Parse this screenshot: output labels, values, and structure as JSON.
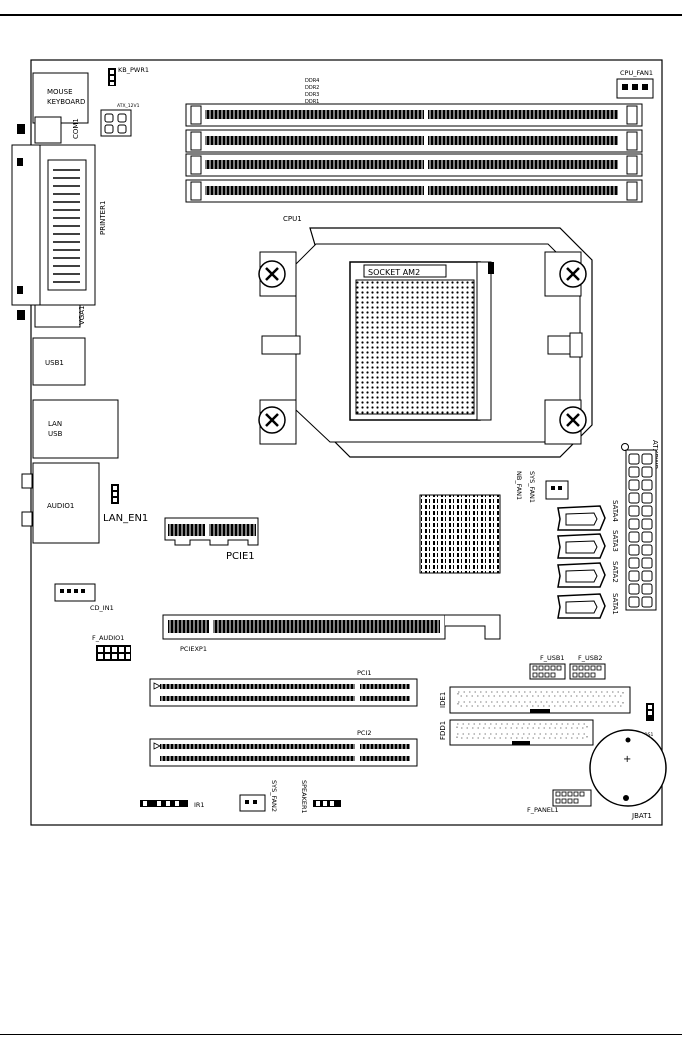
{
  "labels": {
    "mouse_keyboard_line1": "MOUSE",
    "mouse_keyboard_line2": "KEYBOARD",
    "kb_pwr": "KB_PWR1",
    "atx12v": "ATX_12V1",
    "ddr4": "DDR4",
    "ddr2": "DDR2",
    "ddr3": "DDR3",
    "ddr1": "DDR1",
    "cpu_fan": "CPU_FAN1",
    "com": "COM1",
    "printer": "PRINTER1",
    "cpu": "CPU1",
    "socket": "SOCKET AM2",
    "vga": "VGA1",
    "usb": "USB1",
    "lan_usb_line1": "LAN",
    "lan_usb_line2": "USB",
    "atxpwr": "ATXPWR",
    "audio": "AUDIO1",
    "lan_en": "LAN_EN1",
    "nb_fan": "NB_FAN1",
    "sys_fan1": "SYS_FAN1",
    "sata4": "SATA4",
    "sata3": "SATA3",
    "sata2": "SATA2",
    "sata1": "SATA1",
    "pcie": "PCIE1",
    "cd_in": "CD_IN1",
    "f_audio": "F_AUDIO1",
    "pciexp": "PCIEXP1",
    "f_usb1": "F_USB1",
    "f_usb2": "F_USB2",
    "pci1": "PCI1",
    "ide": "IDE1",
    "fdd": "FDD1",
    "clr_cmos": "CLR_CMOS1",
    "pci2": "PCI2",
    "jbat": "JBAT1",
    "ir": "IR1",
    "sys_fan2": "SYS_FAN2",
    "speaker": "SPEAKER1",
    "f_panel": "F_PANEL1",
    "plus": "+"
  }
}
